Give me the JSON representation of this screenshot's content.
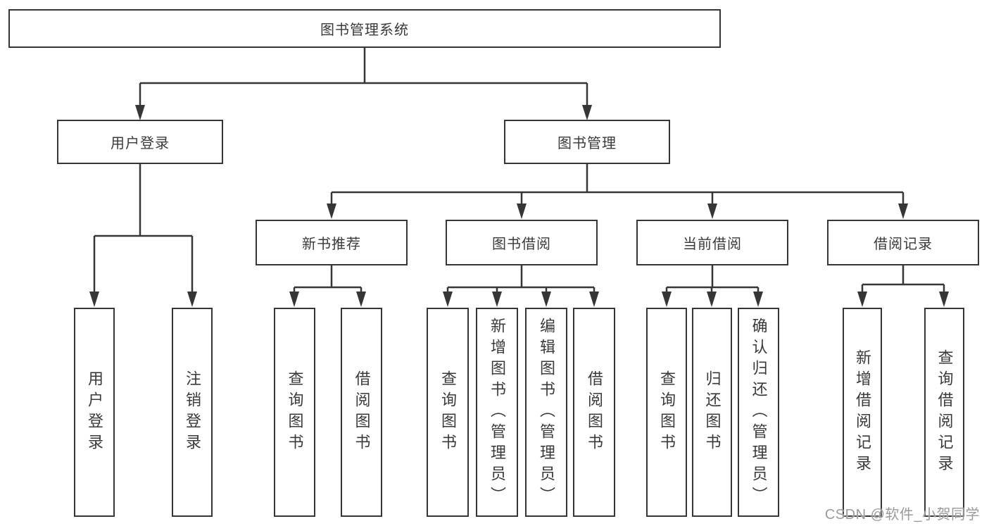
{
  "nodes": {
    "root": "图书管理系统",
    "user_login": {
      "label": "用户登录",
      "children": [
        "用户登录",
        "注销登录"
      ]
    },
    "book_mgmt": {
      "label": "图书管理",
      "groups": [
        {
          "label": "新书推荐",
          "children": [
            "查询图书",
            "借阅图书"
          ]
        },
        {
          "label": "图书借阅",
          "children": [
            "查询图书",
            "新增图书（管理员）",
            "编辑图书（管理员）",
            "借阅图书"
          ]
        },
        {
          "label": "当前借阅",
          "children": [
            "查询图书",
            "归还图书",
            "确认归还（管理员）"
          ]
        },
        {
          "label": "借阅记录",
          "children": [
            "新增借阅记录",
            "查询借阅记录"
          ]
        }
      ]
    }
  },
  "watermark": "CSDN @软件_小贺同学",
  "colors": {
    "line": "#363636",
    "text": "#3a3a3a",
    "watermark": "#9b9b9b",
    "background": "#ffffff"
  }
}
